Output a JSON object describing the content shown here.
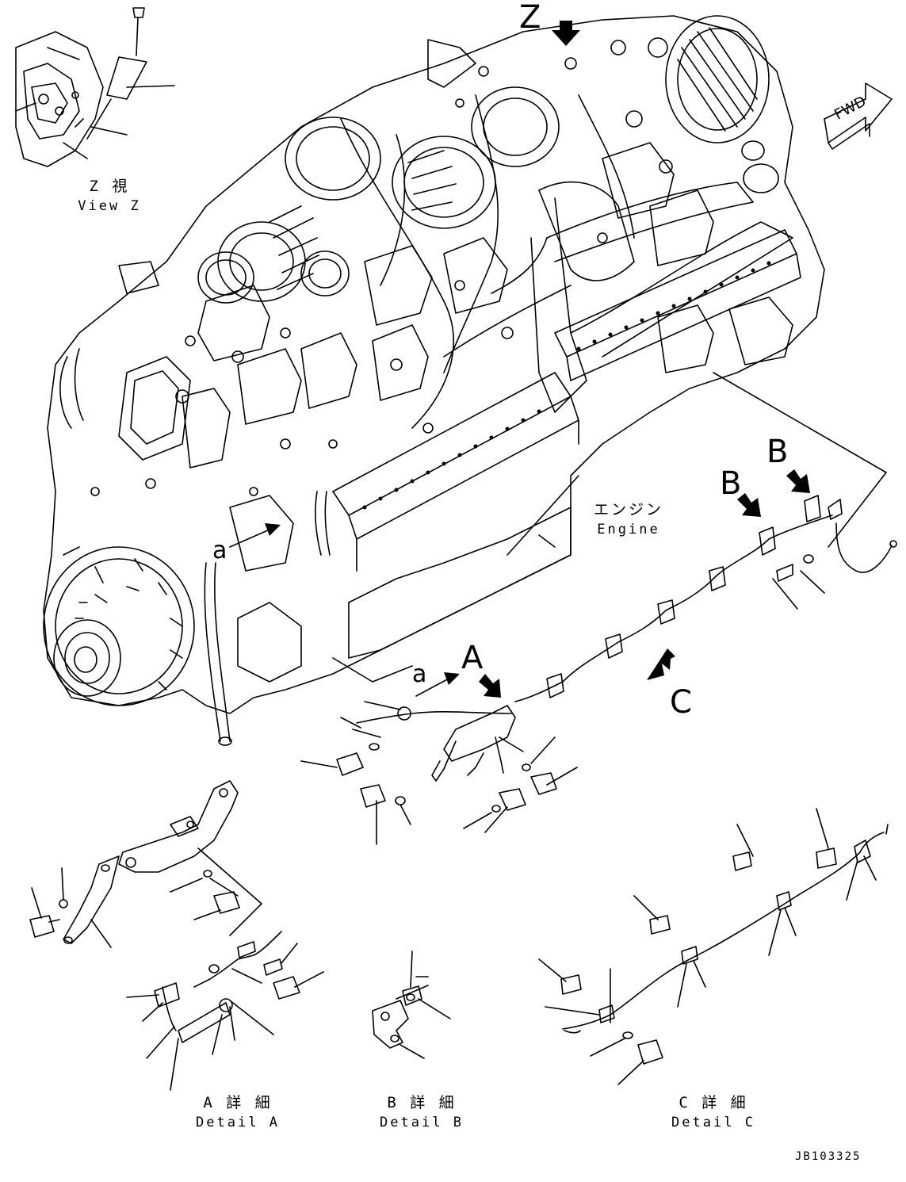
{
  "labels": {
    "z_marker": "Z",
    "a_marker_left": "a",
    "a_marker_right": "a",
    "A_marker": "A",
    "B_marker_1": "B",
    "B_marker_2": "B",
    "C_marker": "C",
    "fwd": "FWD",
    "engine_ja": "エンジン",
    "engine_en": "Engine",
    "view_z_ja": "Z 視",
    "view_z_en": "View Z",
    "detail_a_ja": "A 詳 細",
    "detail_a_en": "Detail A",
    "detail_b_ja": "B 詳 細",
    "detail_b_en": "Detail B",
    "detail_c_ja": "C 詳 細",
    "detail_c_en": "Detail C",
    "drawing_number": "JB103325"
  },
  "colors": {
    "ink": "#000000",
    "paper": "#ffffff"
  }
}
